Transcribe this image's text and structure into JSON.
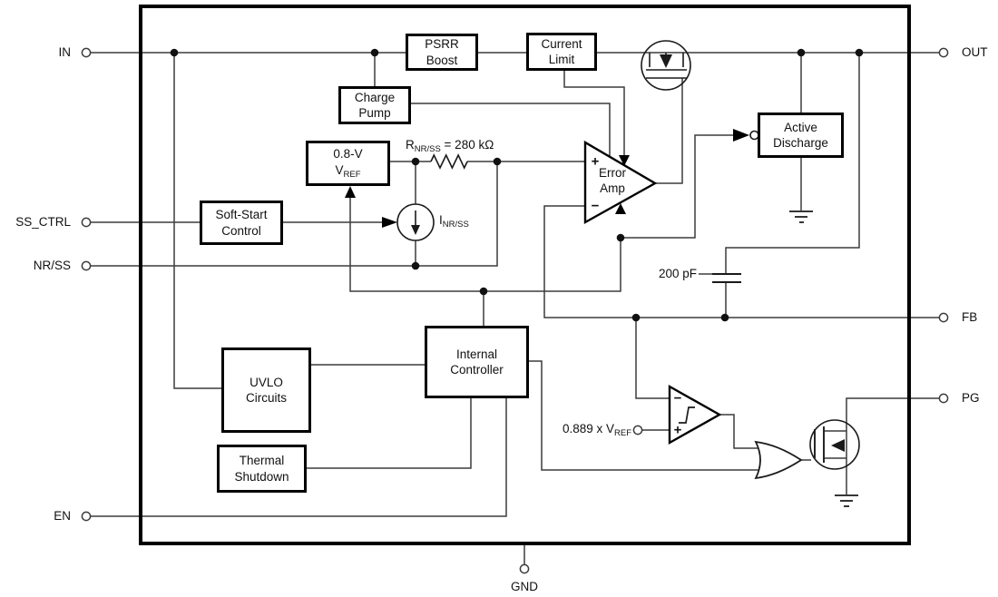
{
  "blocks": {
    "psrr_boost": {
      "line1": "PSRR",
      "line2": "Boost"
    },
    "current_limit": {
      "line1": "Current",
      "line2": "Limit"
    },
    "charge_pump": {
      "line1": "Charge",
      "line2": "Pump"
    },
    "vref": {
      "line1": "0.8-V",
      "sym": "V",
      "sub": "REF"
    },
    "soft_start": {
      "line1": "Soft-Start",
      "line2": "Control"
    },
    "uvlo": {
      "line1": "UVLO",
      "line2": "Circuits"
    },
    "thermal_shutdown": {
      "line1": "Thermal",
      "line2": "Shutdown"
    },
    "internal_controller": {
      "line1": "Internal",
      "line2": "Controller"
    },
    "active_discharge": {
      "line1": "Active",
      "line2": "Discharge"
    },
    "error_amp": {
      "line1": "Error",
      "line2": "Amp"
    }
  },
  "pins": {
    "in": "IN",
    "ss_ctrl": "SS_CTRL",
    "nr_ss": "NR/SS",
    "en": "EN",
    "out": "OUT",
    "fb": "FB",
    "pg": "PG",
    "gnd": "GND"
  },
  "annotations": {
    "r_nrss": {
      "sym": "R",
      "sub": "NR/SS",
      "eq": " = 280 kΩ"
    },
    "i_nrss": {
      "sym": "I",
      "sub": "NR/SS"
    },
    "cap_value": "200 pF",
    "pg_threshold": {
      "pre": "0.889 x V",
      "sub": "REF"
    },
    "plus": "+",
    "minus": "−"
  },
  "colors": {
    "wire": "#3c3c3c",
    "symbol": "#1a1a1a",
    "box_border": "#000000",
    "background": "#ffffff"
  }
}
